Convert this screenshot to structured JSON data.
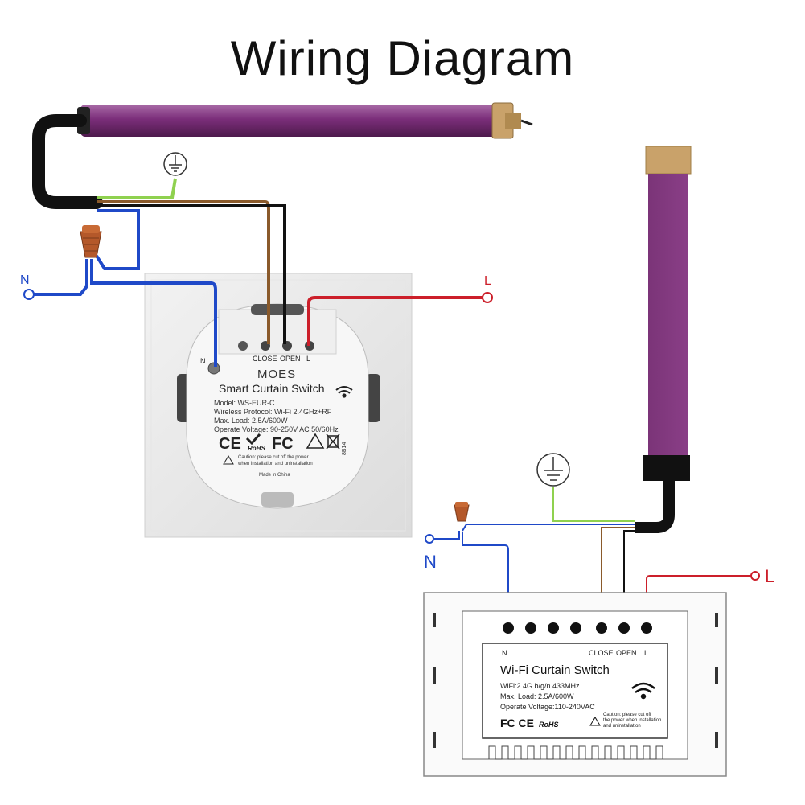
{
  "title": "Wiring Diagram",
  "left": {
    "n_label": "N",
    "l_label": "L",
    "terminal_labels": [
      "CLOSE",
      "OPEN",
      "L"
    ],
    "n_terminal_label": "N",
    "brand": "MOES",
    "product_name": "Smart Curtain Switch",
    "model": "Model: WS-EUR-C",
    "protocol": "Wireless Protocol: Wi-Fi 2.4GHz+RF",
    "max_load": "Max. Load: 2.5A/600W",
    "voltage": "Operate Voltage: 90-250V AC 50/60Hz",
    "cert": "CE",
    "rohs": "RoHS",
    "fcc": "FC",
    "code": "8B14",
    "caution": "Caution: please cut off the power",
    "caution2": "when installation and uninstallation",
    "made_in": "Made in China"
  },
  "right": {
    "n_label": "N",
    "l_label": "L",
    "terminal_labels": [
      "N",
      "CLOSE",
      "OPEN",
      "L"
    ],
    "product_name": "Wi-Fi Curtain Switch",
    "wifi_spec": "WiFi:2.4G b/g/n 433MHz",
    "max_load": "Max. Load: 2.5A/600W",
    "voltage": "Operate Voltage:110-240VAC",
    "cert": "FC CE",
    "rohs": "RoHS",
    "caution": "Caution: please cut off",
    "caution2": "the power when installation",
    "caution3": "and uninstallation"
  },
  "colors": {
    "live": "#cc1f2a",
    "neutral": "#1f49c8",
    "ground": "#8fd14f",
    "brown": "#8a5a2b",
    "black": "#111111",
    "motor": "#7b2e7a",
    "motor_cap": "#c9a26a",
    "label_red": "#cc1f2a",
    "label_blue": "#1f49c8"
  }
}
